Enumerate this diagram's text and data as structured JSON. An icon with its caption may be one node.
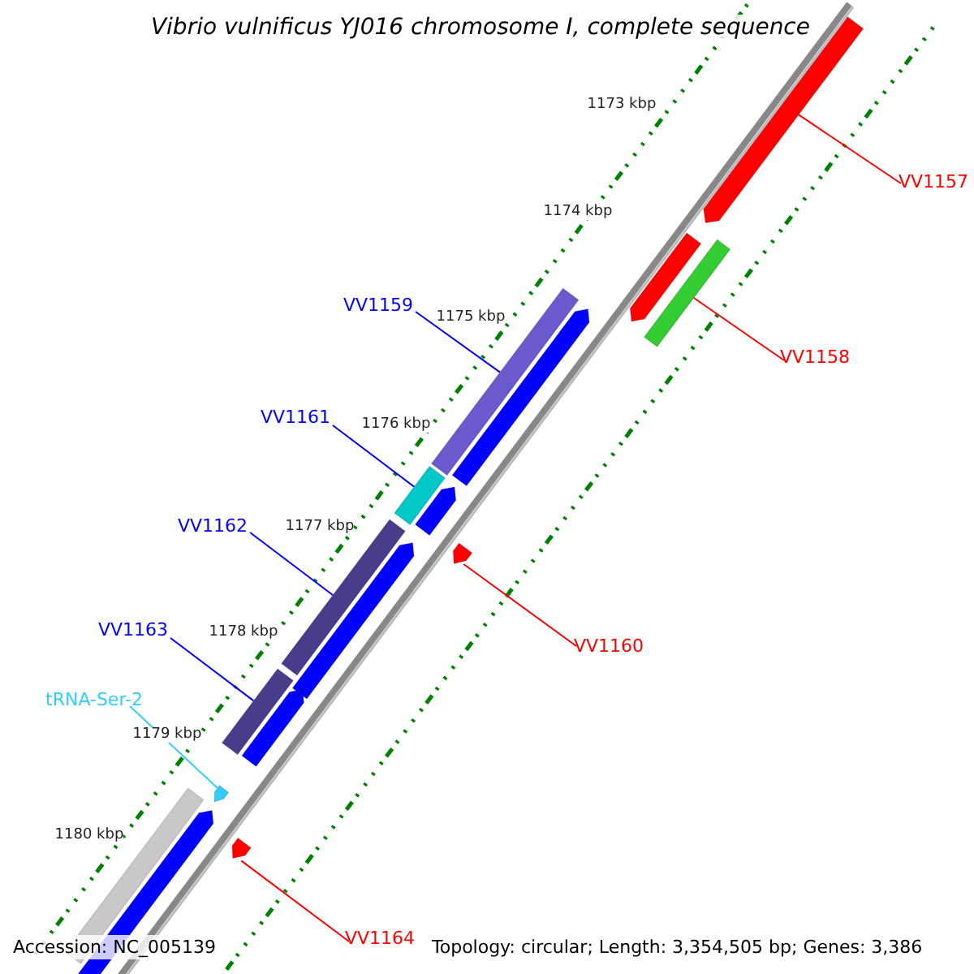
{
  "diagram": {
    "title": "Vibrio vulnificus YJ016 chromosome I, complete sequence",
    "nodes": [
      {
        "text": [
          "VV1157"
        ]
      },
      {
        "text": [
          "VV1159"
        ]
      },
      {
        "text": [
          "VV1158"
        ]
      },
      {
        "text": [
          "VV1161"
        ]
      },
      {
        "text": [
          "VV1162"
        ]
      },
      {
        "text": [
          "VV1163"
        ]
      },
      {
        "text": [
          "VV1160"
        ]
      },
      {
        "text": [
          "tRNA-Ser-2"
        ]
      },
      {
        "text": [
          "VV1164"
        ]
      },
      {
        "text": [],
        "shape": "bar"
      },
      {
        "text": [],
        "shape": "bar"
      },
      {
        "text": [],
        "shape": "bar"
      },
      {
        "text": [],
        "shape": "bar"
      },
      {
        "text": [],
        "shape": "bar"
      },
      {
        "text": [],
        "shape": "bar"
      },
      {
        "text": [],
        "shape": "bar"
      },
      {
        "text": [],
        "shape": "bar"
      },
      {
        "text": [],
        "shape": "bar"
      },
      {
        "text": [],
        "shape": "bar"
      },
      {
        "text": [],
        "shape": "bar"
      },
      {
        "text": [],
        "shape": "bar"
      },
      {
        "text": [],
        "shape": "bar"
      },
      {
        "text": [],
        "shape": "bar"
      },
      {
        "text": [],
        "shape": "bar"
      },
      {
        "text": [],
        "shape": "bar"
      }
    ],
    "edges": [
      {
        "from": 0,
        "to": 9,
        "arrow": "none",
        "color": "#ff0000"
      },
      {
        "from": 1,
        "to": 10,
        "arrow": "none",
        "color": "#0000ff"
      },
      {
        "from": 2,
        "to": 11,
        "arrow": "none",
        "color": "#ff0000"
      },
      {
        "from": 3,
        "to": 12,
        "arrow": "none",
        "color": "#0000ff"
      },
      {
        "from": 4,
        "to": 13,
        "arrow": "none",
        "color": "#0000ff"
      },
      {
        "from": 5,
        "to": 14,
        "arrow": "none",
        "color": "#0000ff"
      },
      {
        "from": 6,
        "to": 15,
        "arrow": "none",
        "color": "#ff0000"
      },
      {
        "from": 7,
        "to": 16,
        "arrow": "none",
        "color": "#33ccff"
      },
      {
        "from": 8,
        "to": 17,
        "arrow": "none",
        "color": "#ff0000"
      }
    ],
    "labels": [
      "1173 kbp",
      "1174 kbp",
      "1175 kbp",
      "1176 kbp",
      "1177 kbp",
      "1178 kbp",
      "1179 kbp",
      "1180 kbp",
      "Accession: NC_005139",
      "Topology: circular; Length: 3,354,505 bp; Genes: 3,386"
    ]
  }
}
